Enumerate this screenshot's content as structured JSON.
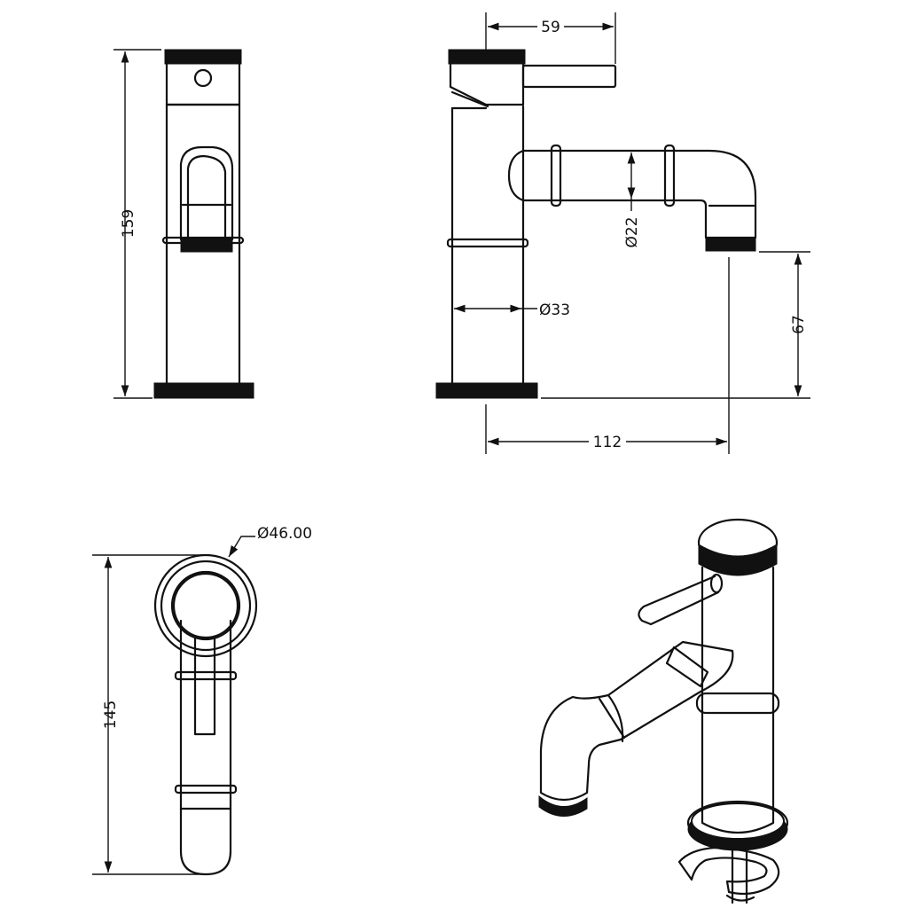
{
  "dimensions": {
    "height_total": "159",
    "lever_offset": "59",
    "spout_diameter": "Ø22",
    "body_diameter": "Ø33",
    "spout_height": "67",
    "spout_reach": "112",
    "base_diameter": "Ø46.00",
    "length_total": "145"
  },
  "colors": {
    "line": "#111111",
    "background": "#ffffff"
  }
}
